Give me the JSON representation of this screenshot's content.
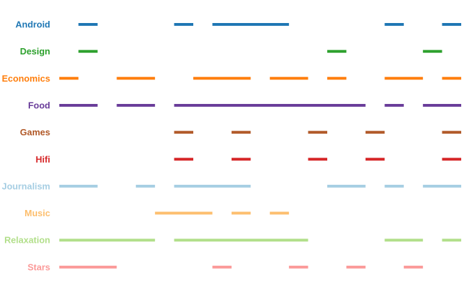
{
  "chart_data": {
    "type": "timeline",
    "title": "",
    "x_unit": "slot",
    "x_range": [
      0,
      21
    ],
    "grid": false,
    "legend": "none",
    "series": [
      {
        "name": "Android",
        "color": "#1f77b4",
        "intervals": [
          [
            1,
            2
          ],
          [
            6,
            7
          ],
          [
            8,
            12
          ],
          [
            17,
            18
          ],
          [
            20,
            21
          ]
        ]
      },
      {
        "name": "Design",
        "color": "#2ca02c",
        "intervals": [
          [
            1,
            2
          ],
          [
            14,
            15
          ],
          [
            19,
            20
          ]
        ]
      },
      {
        "name": "Economics",
        "color": "#ff7f0e",
        "intervals": [
          [
            0,
            1
          ],
          [
            3,
            5
          ],
          [
            7,
            10
          ],
          [
            11,
            13
          ],
          [
            14,
            15
          ],
          [
            17,
            19
          ],
          [
            20,
            21
          ]
        ]
      },
      {
        "name": "Food",
        "color": "#6a3d9a",
        "intervals": [
          [
            0,
            2
          ],
          [
            3,
            5
          ],
          [
            6,
            16
          ],
          [
            17,
            18
          ],
          [
            19,
            21
          ]
        ]
      },
      {
        "name": "Games",
        "color": "#b15928",
        "intervals": [
          [
            6,
            7
          ],
          [
            9,
            10
          ],
          [
            13,
            14
          ],
          [
            16,
            17
          ],
          [
            20,
            21
          ]
        ]
      },
      {
        "name": "Hifi",
        "color": "#d62728",
        "intervals": [
          [
            6,
            7
          ],
          [
            9,
            10
          ],
          [
            13,
            14
          ],
          [
            16,
            17
          ],
          [
            20,
            21
          ]
        ]
      },
      {
        "name": "Journalism",
        "color": "#a6cee3",
        "intervals": [
          [
            0,
            2
          ],
          [
            4,
            5
          ],
          [
            6,
            10
          ],
          [
            14,
            16
          ],
          [
            17,
            18
          ],
          [
            19,
            21
          ]
        ]
      },
      {
        "name": "Music",
        "color": "#fdbf6f",
        "intervals": [
          [
            5,
            8
          ],
          [
            9,
            10
          ],
          [
            11,
            12
          ]
        ]
      },
      {
        "name": "Relaxation",
        "color": "#b2df8a",
        "intervals": [
          [
            0,
            5
          ],
          [
            6,
            13
          ],
          [
            17,
            19
          ],
          [
            20,
            21
          ]
        ]
      },
      {
        "name": "Stars",
        "color": "#fb9a99",
        "intervals": [
          [
            0,
            3
          ],
          [
            8,
            9
          ],
          [
            12,
            13
          ],
          [
            15,
            16
          ],
          [
            18,
            19
          ]
        ]
      }
    ]
  }
}
